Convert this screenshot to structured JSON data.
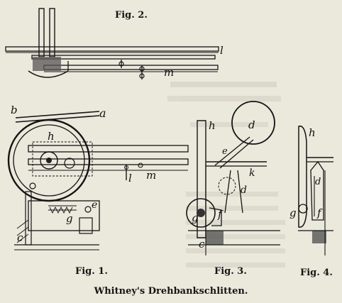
{
  "caption": "Whitney's Drehbankschlitten.",
  "figures": {
    "fig1": "Fig. 1.",
    "fig2": "Fig. 2.",
    "fig3": "Fig. 3.",
    "fig4": "Fig. 4."
  },
  "letters": {
    "a": "a",
    "b": "b",
    "c": "c",
    "d": "d",
    "e": "e",
    "f": "f",
    "g": "g",
    "h": "h",
    "k": "k",
    "l": "l",
    "m": "m"
  },
  "colors": {
    "ink": "#141414",
    "paper": "#ebe8dc",
    "bleed": "#b9b5aa"
  }
}
